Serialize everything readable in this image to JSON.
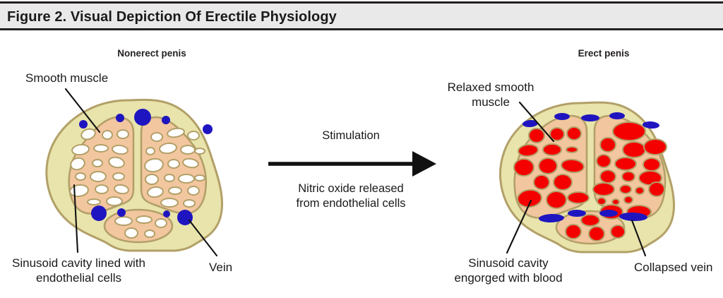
{
  "figure": {
    "title": "Figure 2. Visual Depiction Of Erectile Physiology",
    "title_bar_color": "#e9e9e9",
    "background_color": "#ffffff"
  },
  "palette": {
    "tunica_fill": "#e8e4ab",
    "corpus_fill": "#f2c69e",
    "outline": "#b2a068",
    "sinusoid_empty": "#ffffff",
    "sinusoid_blood": "#f40000",
    "vein": "#1f15c0",
    "text": "#1a1a1a",
    "border": "#231f20"
  },
  "panels": [
    {
      "id": "nonerect",
      "caption": "Nonerect penis",
      "state": "flaccid",
      "sinusoid_state": "empty",
      "vein_state": "open",
      "labels": [
        {
          "name": "smooth-muscle",
          "text": "Smooth muscle",
          "align": "left"
        },
        {
          "name": "sinusoid-cavity",
          "text": "Sinusoid cavity lined with\nendothelial cells",
          "align": "center"
        },
        {
          "name": "vein",
          "text": "Vein",
          "align": "left"
        }
      ]
    },
    {
      "id": "erect",
      "caption": "Erect penis",
      "state": "erect",
      "sinusoid_state": "engorged",
      "vein_state": "collapsed",
      "labels": [
        {
          "name": "relaxed-smooth-muscle",
          "text": "Relaxed smooth\nmuscle",
          "align": "center"
        },
        {
          "name": "sinusoid-engorged",
          "text": "Sinusoid cavity\nengorged with blood",
          "align": "center"
        },
        {
          "name": "collapsed-vein",
          "text": "Collapsed vein",
          "align": "left"
        }
      ]
    }
  ],
  "transition": {
    "label_above": "Stimulation",
    "label_below": "Nitric oxide released\nfrom endothelial cells",
    "arrow_direction": "right"
  }
}
